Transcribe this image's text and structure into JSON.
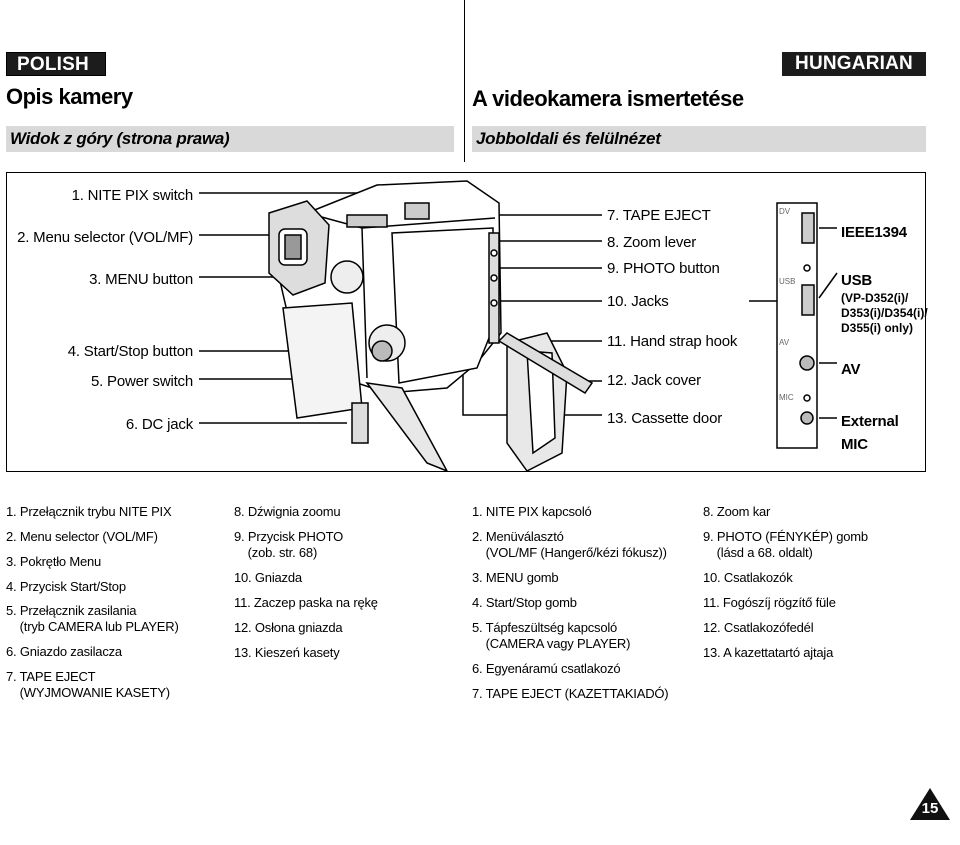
{
  "polish": {
    "lang": "POLISH",
    "title": "Opis kamery",
    "subtitle": "Widok z góry (strona prawa)",
    "legend": [
      "1. Przełącznik trybu NITE PIX",
      "2. Menu selector (VOL/MF)",
      "3. Pokrętło Menu",
      "4. Przycisk Start/Stop",
      "5. Przełącznik zasilania\n    (tryb CAMERA lub PLAYER)",
      "6. Gniazdo zasilacza",
      "7. TAPE EJECT\n    (WYJMOWANIE KASETY)",
      "8. Dźwignia zoomu",
      "9. Przycisk PHOTO\n    (zob. str. 68)",
      "10. Gniazda",
      "11. Zaczep paska na rękę",
      "12. Osłona gniazda",
      "13. Kieszeń kasety"
    ]
  },
  "hungarian": {
    "lang": "HUNGARIAN",
    "title": "A videokamera ismertetése",
    "subtitle": "Jobboldali és felülnézet",
    "legend": [
      "1. NITE PIX kapcsoló",
      "2. Menüválasztó\n    (VOL/MF (Hangerő/kézi fókusz))",
      "3. MENU gomb",
      "4. Start/Stop gomb",
      "5. Tápfeszültség kapcsoló\n    (CAMERA vagy PLAYER)",
      "6. Egyenáramú csatlakozó",
      "7. TAPE EJECT (KAZETTAKIADÓ)",
      "8. Zoom kar",
      "9. PHOTO (FÉNYKÉP) gomb\n    (lásd a 68. oldalt)",
      "10. Csatlakozók",
      "11. Fogószíj rögzítő füle",
      "12. Csatlakozófedél",
      "13. A kazettatartó ajtaja"
    ]
  },
  "diagram": {
    "left_labels": [
      "1. NITE PIX switch",
      "2. Menu selector (VOL/MF)",
      "3. MENU button",
      "4. Start/Stop button",
      "5. Power switch",
      "6. DC jack"
    ],
    "right_labels": [
      "7. TAPE EJECT",
      "8. Zoom lever",
      "9. PHOTO button",
      "10. Jacks",
      "11. Hand strap hook",
      "12. Jack cover",
      "13. Cassette door"
    ],
    "jacks": {
      "ieee": "IEEE1394",
      "usb": "USB",
      "usb_note": "(VP-D352(i)/\nD353(i)/D354(i)/\nD355(i) only)",
      "av": "AV",
      "external": "External",
      "mic": "MIC",
      "panel_dv": "DV",
      "panel_usb": "USB",
      "panel_av": "AV",
      "panel_mic": "MIC"
    }
  },
  "page_number": "15"
}
